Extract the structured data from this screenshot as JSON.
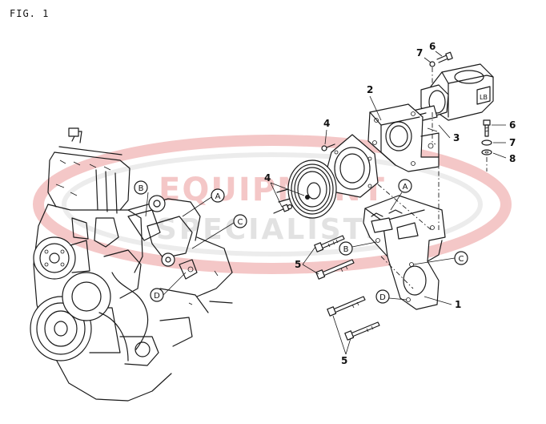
{
  "figure": {
    "label": "FIG. 1"
  },
  "watermark": {
    "line1": "EQUIPMENT",
    "line2": "SPECIALISTS",
    "color": "#d93a3a"
  },
  "callouts": {
    "n1": "1",
    "n2": "2",
    "n3": "3",
    "n4a": "4",
    "n4b": "4",
    "n5a": "5",
    "n5b": "5",
    "n6a": "6",
    "n6b": "6",
    "n7a": "7",
    "n7b": "7",
    "n8": "8"
  },
  "circle_labels": {
    "A_engine": "A",
    "B_engine": "B",
    "C_engine": "C",
    "D_engine": "D",
    "A_bracket": "A",
    "B_bracket": "B",
    "C_bracket": "C",
    "D_bracket": "D"
  },
  "pump_marking": "LB"
}
